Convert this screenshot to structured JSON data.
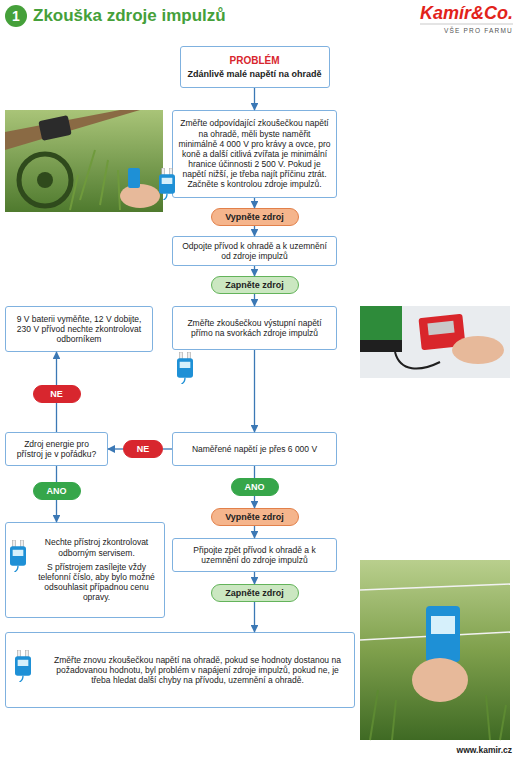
{
  "diagram": {
    "title": "Zkouška zdroje impulzů",
    "nodes": [
      {
        "text": [
          "PROBLÉM",
          "Zdánlivě malé napětí na ohradě"
        ]
      },
      {
        "text": [
          "Změřte odpovídající zkoušečkou napětí na ohradě, měli byste naměřit minimálně 4 000 V pro krávy a ovce, pro koně a další citlivá zvířata je minimální hranice účinnosti 2 500 V. Pokud je napětí nižší, je třeba najít příčinu ztrát. Začněte s kontrolou zdroje impulzů."
        ]
      },
      {
        "text": [
          "Vypněte zdroj"
        ]
      },
      {
        "text": [
          "Odpojte přívod k ohradě a k uzemnění od zdroje impulzů"
        ]
      },
      {
        "text": [
          "Zapněte zdroj"
        ]
      },
      {
        "text": [
          "9 V baterii vyměňte, 12 V dobijte, 230 V přívod nechte zkontrolovat odborníkem"
        ]
      },
      {
        "text": [
          "Změřte zkoušečkou výstupní napětí přímo na svorkách zdroje impulzů"
        ]
      },
      {
        "text": [
          "NE"
        ]
      },
      {
        "text": [
          "Zdroj energie pro přístroj je v pořádku?"
        ]
      },
      {
        "text": [
          "NE"
        ]
      },
      {
        "text": [
          "Naměřené napětí je přes 6 000 V"
        ]
      },
      {
        "text": [
          "ANO"
        ]
      },
      {
        "text": [
          "ANO"
        ]
      },
      {
        "text": [
          "Nechte přístroj zkontrolovat odborným servisem.",
          "S přístrojem zasílejte vždy telefonní číslo, aby bylo možné odsouhlasit případnou cenu opravy."
        ]
      },
      {
        "text": [
          "Vypněte zdroj"
        ]
      },
      {
        "text": [
          "Připojte zpět přívod k ohradě a k uzemnění do zdroje impulzů"
        ]
      },
      {
        "text": [
          "Zapněte zdroj"
        ]
      },
      {
        "text": [
          "Změřte znovu zkoušečkou napětí na ohradě, pokud se hodnoty dostanou na požadovanou hodnotu, byl problém v napájení zdroje impulzů, pokud ne, je třeba hledat další chyby na přívodu, uzemnění a ohradě."
        ]
      }
    ],
    "edges": [
      {
        "from": 0,
        "to": 1,
        "arrow": "to"
      },
      {
        "from": 1,
        "to": 2,
        "arrow": "to"
      },
      {
        "from": 2,
        "to": 3,
        "arrow": "to"
      },
      {
        "from": 3,
        "to": 4,
        "arrow": "to"
      },
      {
        "from": 4,
        "to": 6,
        "arrow": "to"
      },
      {
        "from": 6,
        "to": 10,
        "arrow": "to"
      },
      {
        "from": 10,
        "to": 9,
        "arrow": "none"
      },
      {
        "from": 9,
        "to": 8,
        "arrow": "to"
      },
      {
        "from": 8,
        "to": 7,
        "arrow": "none"
      },
      {
        "from": 7,
        "to": 5,
        "arrow": "to"
      },
      {
        "from": 8,
        "to": 11,
        "arrow": "none"
      },
      {
        "from": 11,
        "to": 13,
        "arrow": "to"
      },
      {
        "from": 10,
        "to": 12,
        "arrow": "none"
      },
      {
        "from": 12,
        "to": 14,
        "arrow": "to"
      },
      {
        "from": 14,
        "to": 15,
        "arrow": "to"
      },
      {
        "from": 15,
        "to": 16,
        "arrow": "to"
      },
      {
        "from": 16,
        "to": 17,
        "arrow": "to"
      }
    ],
    "labels": [
      "1",
      "Kamír&Co.",
      "VŠE PRO FARMU",
      "www.kamir.cz"
    ]
  }
}
